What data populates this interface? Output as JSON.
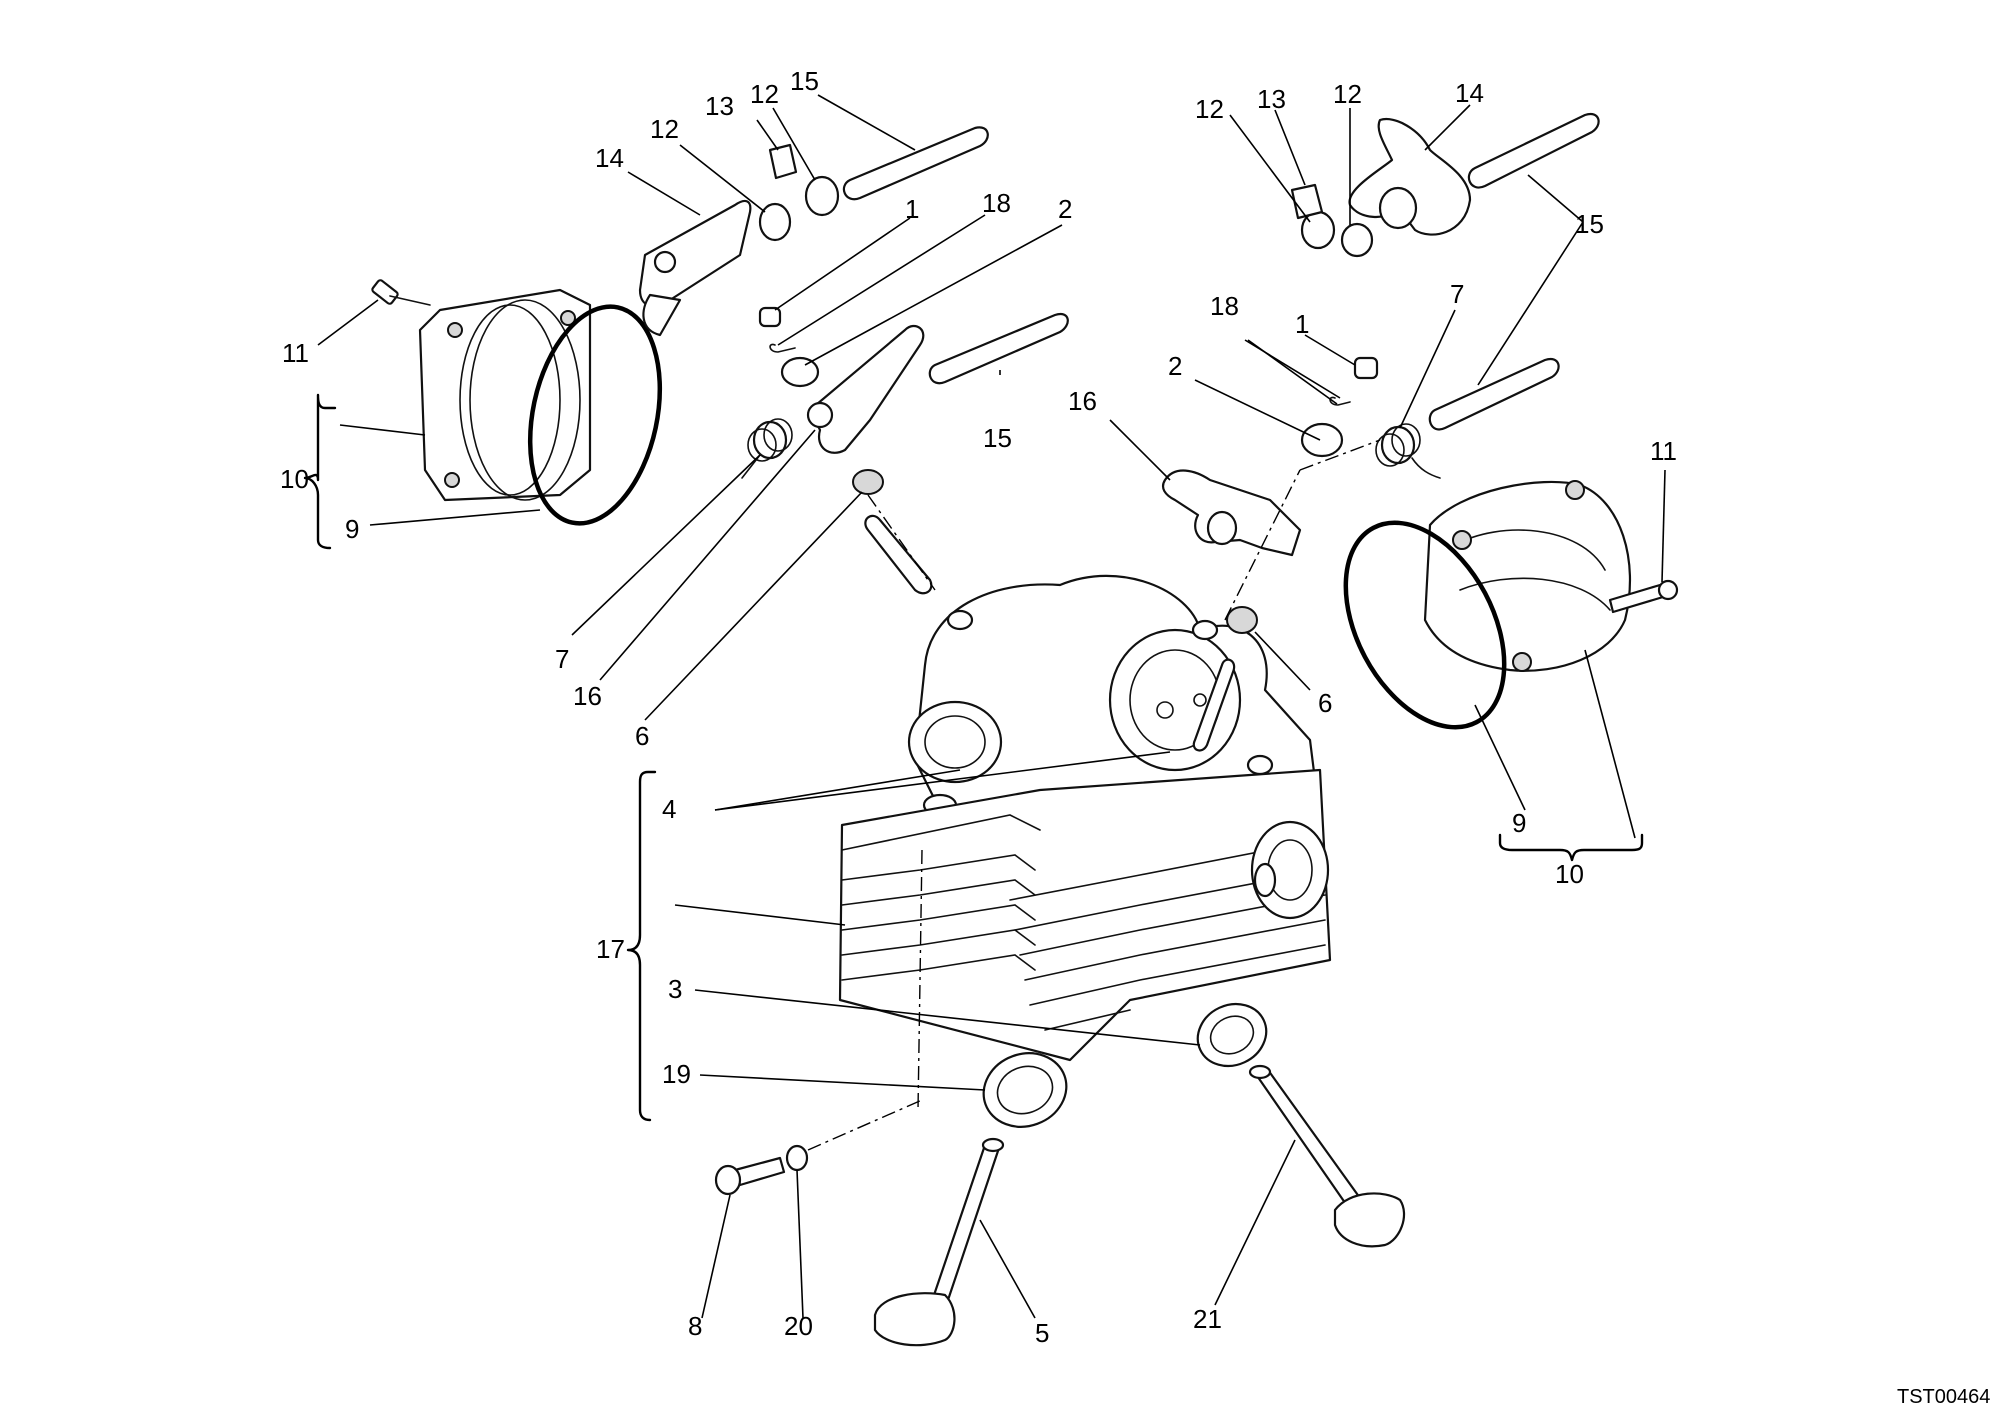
{
  "diagram": {
    "code": "TST00464",
    "callouts": {
      "c1a": "1",
      "c1b": "1",
      "c2a": "2",
      "c2b": "2",
      "c3": "3",
      "c4": "4",
      "c5": "5",
      "c6a": "6",
      "c6b": "6",
      "c7a": "7",
      "c7b": "7",
      "c8": "8",
      "c9a": "9",
      "c9b": "9",
      "c10a": "10",
      "c10b": "10",
      "c11a": "11",
      "c11b": "11",
      "c12a": "12",
      "c12b": "12",
      "c12c": "12",
      "c12d": "12",
      "c13a": "13",
      "c13b": "13",
      "c14a": "14",
      "c14b": "14",
      "c15a": "15",
      "c15b": "15",
      "c15c": "15",
      "c16a": "16",
      "c16b": "16",
      "c17": "17",
      "c18a": "18",
      "c18b": "18",
      "c19": "19",
      "c20": "20",
      "c21": "21"
    }
  }
}
